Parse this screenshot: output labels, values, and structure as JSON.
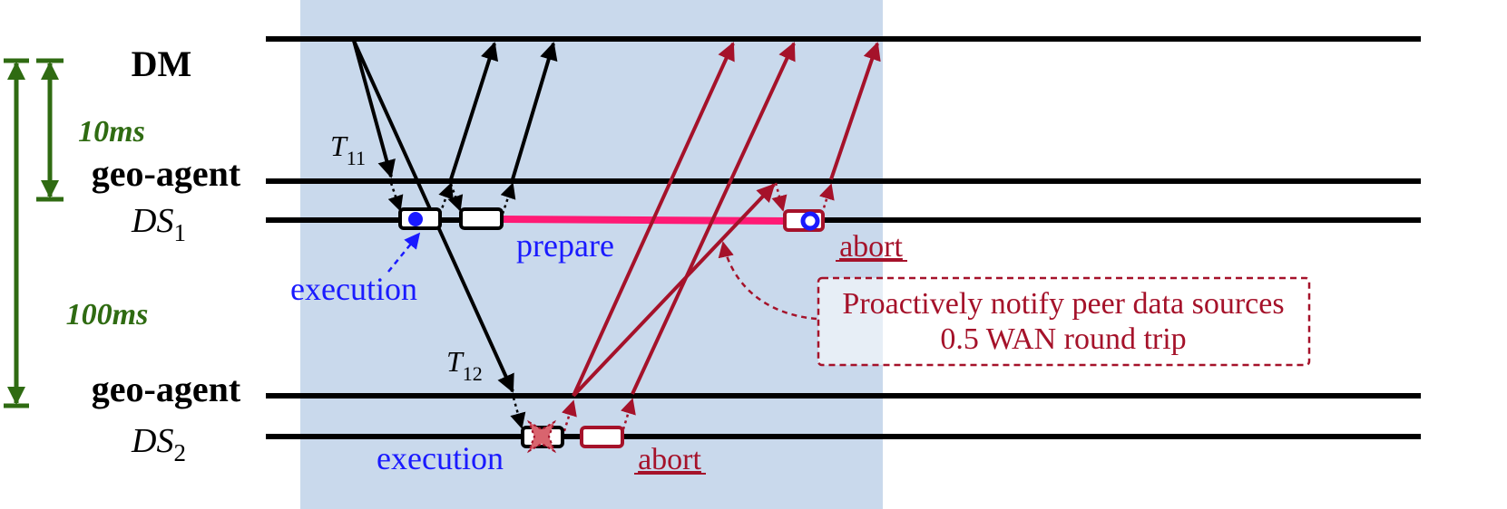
{
  "lanes": {
    "dm": "DM",
    "geo_agent_1": "geo-agent",
    "ds1_base": "DS",
    "ds1_sub": "1",
    "geo_agent_2": "geo-agent",
    "ds2_base": "DS",
    "ds2_sub": "2"
  },
  "timing": {
    "short": "10ms",
    "long": "100ms"
  },
  "messages": {
    "t11_base": "T",
    "t11_sub": "11",
    "t12_base": "T",
    "t12_sub": "12"
  },
  "phases": {
    "execution_1": "execution",
    "prepare": "prepare",
    "abort_1": "abort",
    "execution_2": "execution",
    "abort_2": "abort"
  },
  "note": {
    "line1": "Proactively notify peer data sources",
    "line2": "0.5 WAN round trip"
  },
  "colors": {
    "region": "#c9d9ec",
    "black": "#000000",
    "red": "#a5122a",
    "blue": "#1a1aff",
    "green": "#2f6b12",
    "pink": "#ff1a75",
    "fail_fill": "#d9646e"
  }
}
